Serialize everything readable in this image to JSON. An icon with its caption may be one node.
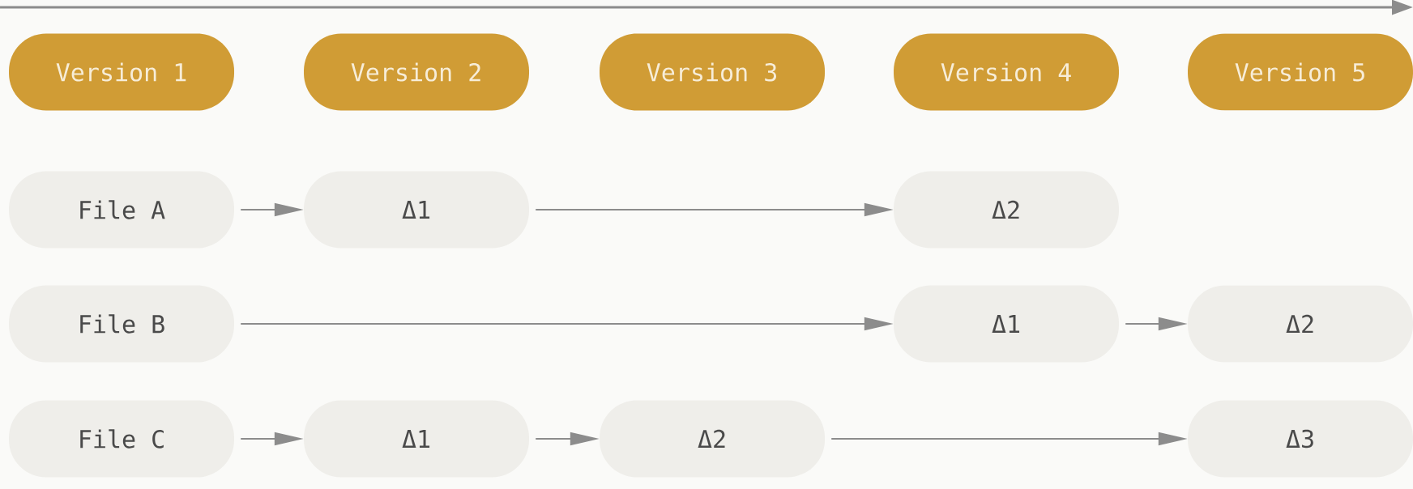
{
  "diagram": {
    "nodes": [
      {
        "text": [
          "Version 1"
        ]
      },
      {
        "text": [
          "Version 2"
        ]
      },
      {
        "text": [
          "Version 3"
        ]
      },
      {
        "text": [
          "Version 4"
        ]
      },
      {
        "text": [
          "Version 5"
        ]
      },
      {
        "text": [
          "File A"
        ]
      },
      {
        "text": [
          "Δ1"
        ]
      },
      {
        "text": [
          "Δ2"
        ]
      },
      {
        "text": [
          "File B"
        ]
      },
      {
        "text": [
          "Δ1"
        ]
      },
      {
        "text": [
          "Δ2"
        ]
      },
      {
        "text": [
          "File C"
        ]
      },
      {
        "text": [
          "Δ1"
        ]
      },
      {
        "text": [
          "Δ2"
        ]
      },
      {
        "text": [
          "Δ3"
        ]
      }
    ],
    "edges": [
      {
        "from": 5,
        "to": 6,
        "arrow": "to"
      },
      {
        "from": 6,
        "to": 7,
        "arrow": "to"
      },
      {
        "from": 8,
        "to": 9,
        "arrow": "to"
      },
      {
        "from": 9,
        "to": 10,
        "arrow": "to"
      },
      {
        "from": 11,
        "to": 12,
        "arrow": "to"
      },
      {
        "from": 12,
        "to": 13,
        "arrow": "to"
      },
      {
        "from": 13,
        "to": 14,
        "arrow": "to"
      }
    ]
  }
}
